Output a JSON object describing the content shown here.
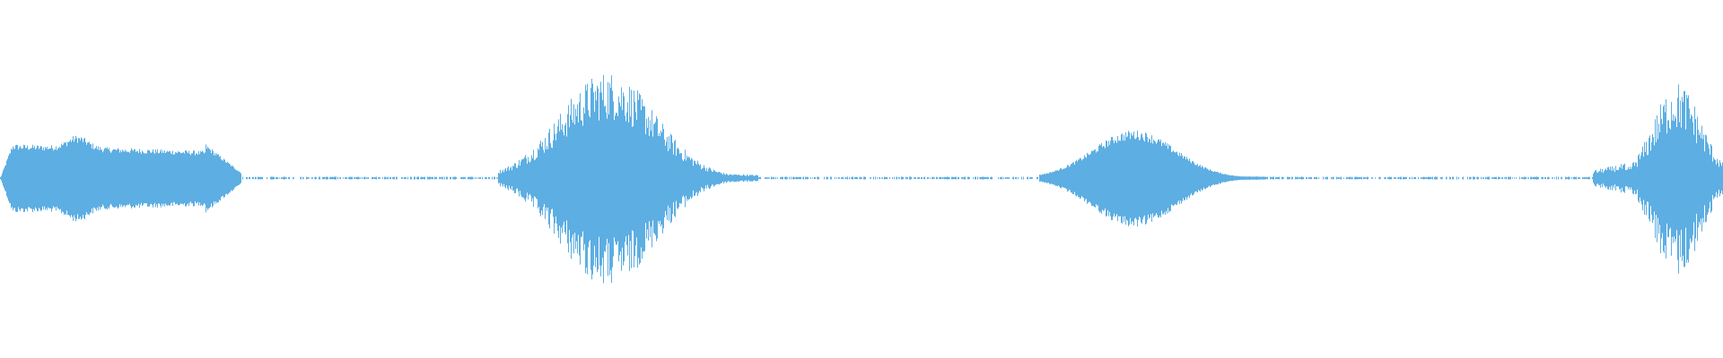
{
  "waveform": {
    "color": "#5daee2",
    "background": "#ffffff",
    "segments": [
      {
        "start": 0.0,
        "end": 0.14,
        "amplitude": 0.11,
        "shape": "early-peak",
        "jitter": 0.1
      },
      {
        "start": 0.289,
        "end": 0.44,
        "amplitude": 0.23,
        "shape": "center-peak",
        "jitter": 0.3
      },
      {
        "start": 0.603,
        "end": 0.734,
        "amplitude": 0.12,
        "shape": "center-peak",
        "jitter": 0.12
      },
      {
        "start": 0.924,
        "end": 1.0,
        "amplitude": 0.2,
        "shape": "late-peak",
        "jitter": 0.35
      }
    ],
    "silence_level": 0.004
  }
}
